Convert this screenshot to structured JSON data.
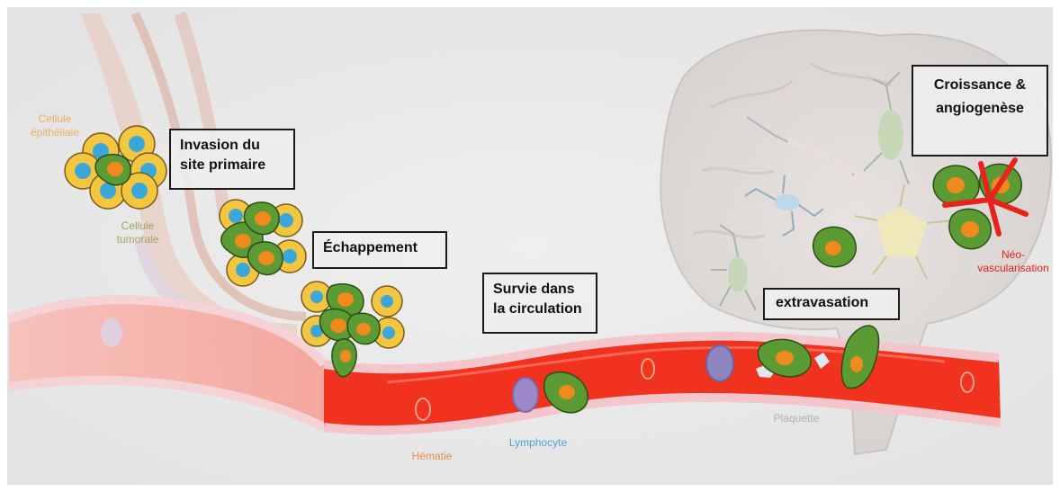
{
  "steps": {
    "invasion": "Invasion du site primaire",
    "echappement": "Échappement",
    "survie": "Survie dans la circulation",
    "extravasation": "extravasation",
    "croissance": "Croissance & angiogenèse"
  },
  "labels": {
    "cellule_epitheliale": "Cellule épithéliale",
    "cellule_tumorale": "Cellule tumorale",
    "hematie": "Hématie",
    "lymphocyte": "Lymphocyte",
    "plaquette": "Plaquette",
    "neo_vascularisation": "Néo-vascularisation"
  },
  "colors": {
    "vessel": "#f0321e",
    "vessel_faded": "#f2a59c",
    "tumor_cell": "#4f8f2c",
    "tumor_nucleus": "#f08a1e",
    "epithelial_cell": "#f3c640",
    "epithelial_nucleus": "#3aa7d8",
    "lymphocyte": "#9a88c8",
    "neovessel": "#e8231b",
    "label_orange": "#e88a4a",
    "label_olive": "#a6a060",
    "label_blue": "#4aa0d8",
    "label_gray": "#b0b0b0",
    "label_red": "#e02020"
  }
}
